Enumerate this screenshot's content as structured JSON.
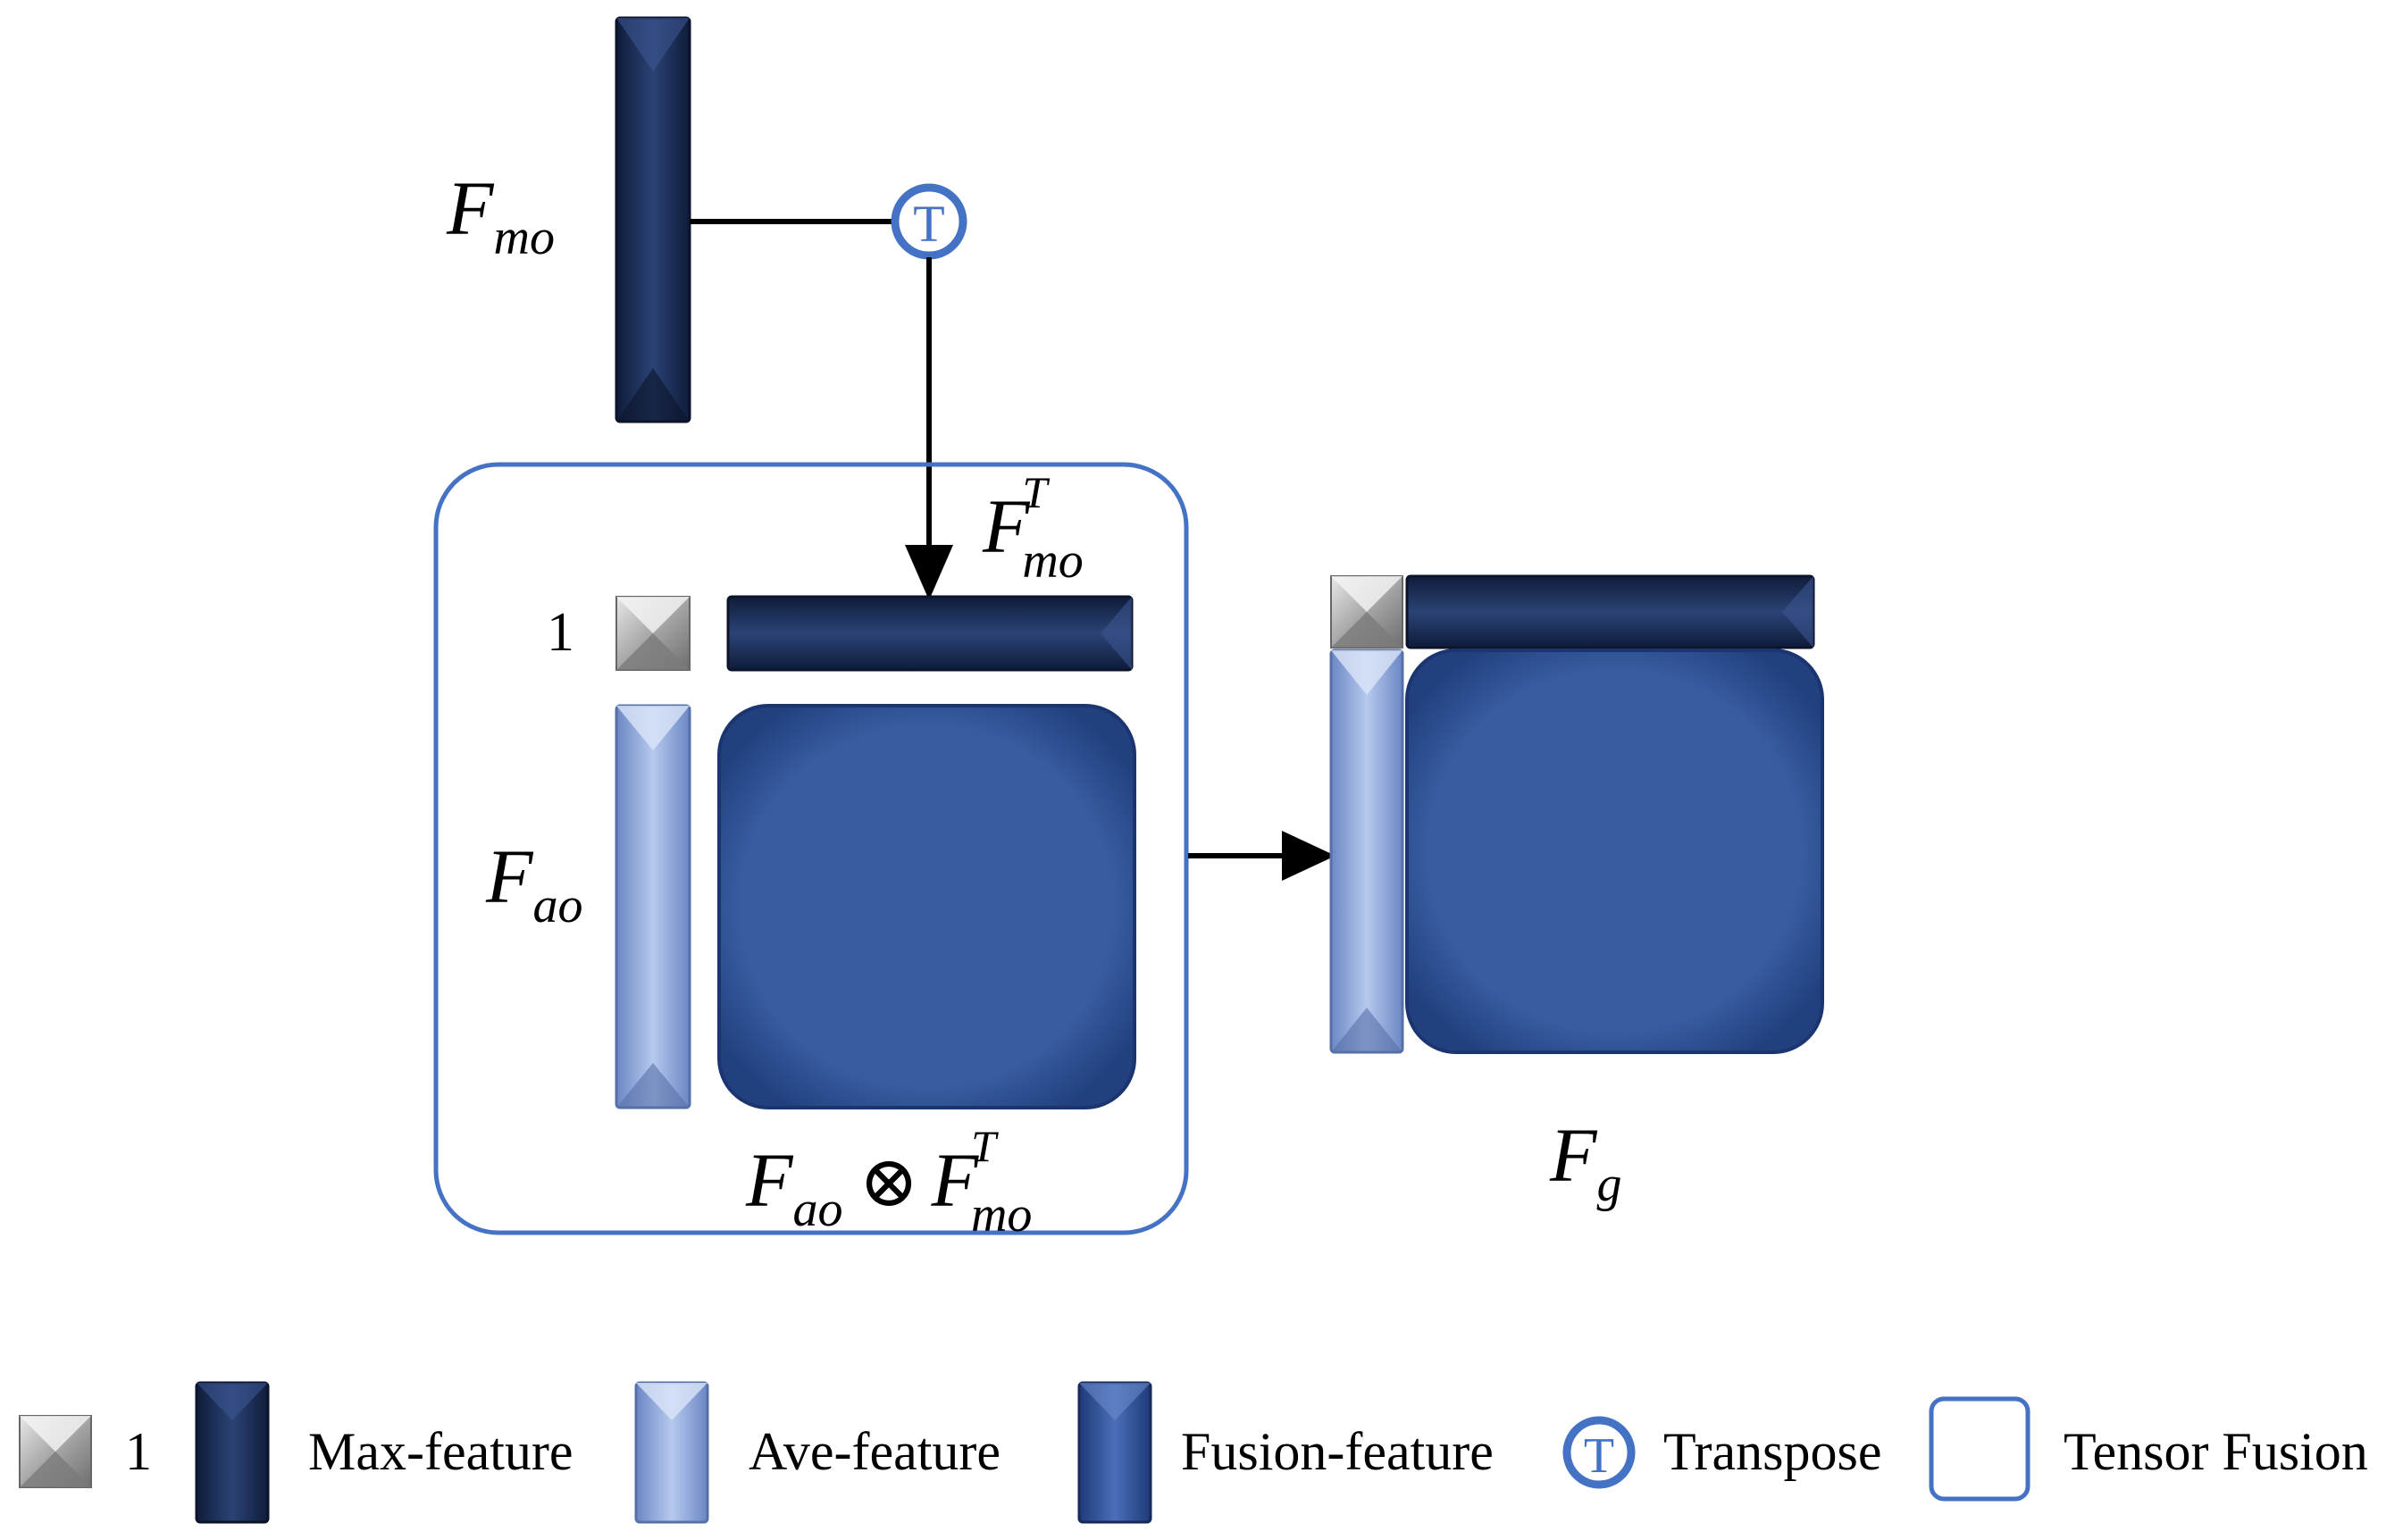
{
  "diagram": {
    "labels": {
      "fmo_base": "F",
      "fmo_sub": "mo",
      "fmo_t_base": "F",
      "fmo_t_sub": "mo",
      "fmo_t_sup": "T",
      "one": "1",
      "fao_base": "F",
      "fao_sub": "ao",
      "product_f1": "F",
      "product_f1_sub": "ao",
      "product_op": "⊗",
      "product_f2": "F",
      "product_f2_sub": "mo",
      "product_f2_sup": "T",
      "fg_base": "F",
      "fg_sub": "g"
    },
    "transpose_symbol": "T",
    "colors": {
      "max_feature": "#1f3463",
      "ave_feature": "#8fa9dd",
      "fusion_feature": "#375c9f",
      "tensor_fusion_border": "#4472c4",
      "transpose_ring": "#4472c4",
      "one_cube": "#a6a6a6"
    }
  },
  "legend": {
    "items": [
      {
        "icon": "gray-cube-icon",
        "label": "1"
      },
      {
        "icon": "max-feature-icon",
        "label": "Max-feature"
      },
      {
        "icon": "ave-feature-icon",
        "label": "Ave-feature"
      },
      {
        "icon": "fusion-feature-icon",
        "label": "Fusion-feature"
      },
      {
        "icon": "transpose-icon",
        "label": "Transpose"
      },
      {
        "icon": "tensor-fusion-box-icon",
        "label": "Tensor Fusion"
      }
    ]
  }
}
